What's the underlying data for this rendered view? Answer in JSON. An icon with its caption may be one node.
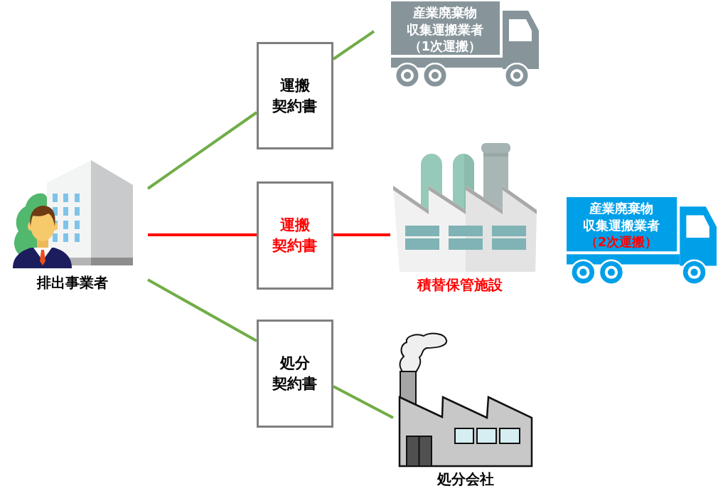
{
  "diagram": {
    "nodes": [
      {
        "text": [
          "排出事業者"
        ]
      },
      {
        "text": [
          "運搬契約書"
        ]
      },
      {
        "text": [
          "産業廃棄物収集運搬業者",
          "（1次運搬）"
        ]
      },
      {
        "text": [
          "運搬契約書"
        ]
      },
      {
        "text": [
          "積替保管施設"
        ]
      },
      {
        "text": [
          "産業廃棄物収集運搬業者",
          "（2次運搬）"
        ]
      },
      {
        "text": [
          "処分契約書"
        ]
      },
      {
        "text": [
          "処分会社"
        ]
      }
    ],
    "edges": [
      {
        "from": 0,
        "to": 1,
        "arrow": "none"
      },
      {
        "from": 1,
        "to": 2,
        "arrow": "none"
      },
      {
        "from": 0,
        "to": 3,
        "arrow": "none",
        "color": "#ff0000"
      },
      {
        "from": 3,
        "to": 4,
        "arrow": "none",
        "color": "#ff0000"
      },
      {
        "from": 0,
        "to": 6,
        "arrow": "none"
      },
      {
        "from": 6,
        "to": 7,
        "arrow": "none"
      }
    ]
  }
}
